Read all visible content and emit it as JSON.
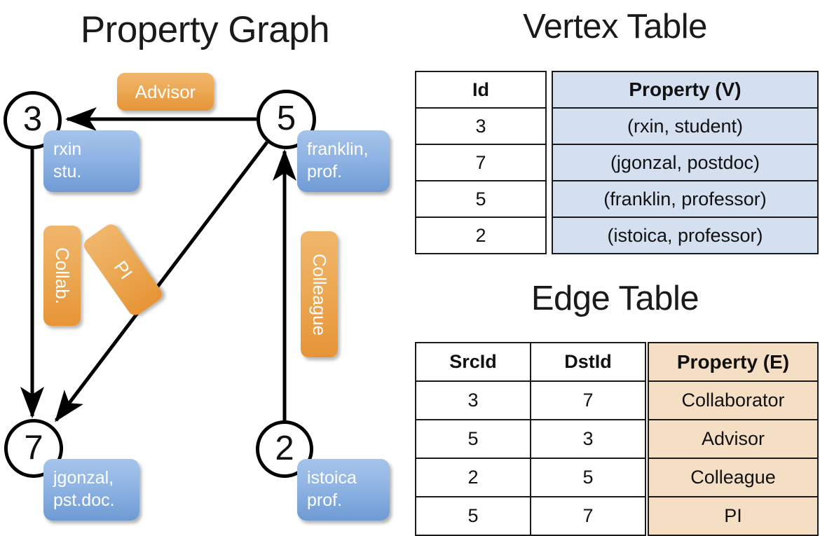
{
  "titles": {
    "property_graph": "Property Graph",
    "vertex_table": "Vertex Table",
    "edge_table": "Edge Table"
  },
  "graph": {
    "nodes": [
      {
        "id": "3",
        "property_lines": [
          "rxin",
          "stu."
        ]
      },
      {
        "id": "5",
        "property_lines": [
          "franklin,",
          "prof."
        ]
      },
      {
        "id": "7",
        "property_lines": [
          "jgonzal,",
          "pst.doc."
        ]
      },
      {
        "id": "2",
        "property_lines": [
          "istoica",
          "prof."
        ]
      }
    ],
    "edge_labels": [
      {
        "name": "advisor",
        "text": "Advisor",
        "orientation": "horizontal"
      },
      {
        "name": "collab",
        "text": "Collab.",
        "orientation": "vertical"
      },
      {
        "name": "pi",
        "text": "PI",
        "orientation": "rotated"
      },
      {
        "name": "colleague",
        "text": "Colleague",
        "orientation": "vertical"
      }
    ],
    "edges": [
      {
        "src": "5",
        "dst": "3",
        "label": "Advisor"
      },
      {
        "src": "3",
        "dst": "7",
        "label": "Collab."
      },
      {
        "src": "5",
        "dst": "7",
        "label": "PI"
      },
      {
        "src": "2",
        "dst": "5",
        "label": "Colleague"
      }
    ]
  },
  "vertex_table": {
    "headers": {
      "id": "Id",
      "property": "Property (V)"
    },
    "rows": [
      {
        "id": "3",
        "property": "(rxin, student)"
      },
      {
        "id": "7",
        "property": "(jgonzal, postdoc)"
      },
      {
        "id": "5",
        "property": "(franklin, professor)"
      },
      {
        "id": "2",
        "property": "(istoica, professor)"
      }
    ]
  },
  "edge_table": {
    "headers": {
      "src": "SrcId",
      "dst": "DstId",
      "property": "Property (E)"
    },
    "rows": [
      {
        "src": "3",
        "dst": "7",
        "property": "Collaborator"
      },
      {
        "src": "5",
        "dst": "3",
        "property": "Advisor"
      },
      {
        "src": "2",
        "dst": "5",
        "property": "Colleague"
      },
      {
        "src": "5",
        "dst": "7",
        "property": "PI"
      }
    ]
  },
  "colors": {
    "vertex_property_fill": "#d4dff0",
    "edge_property_fill": "#f5dfc4",
    "node_box_blue": "#8fb4e4",
    "edge_label_orange": "#eca955",
    "line": "#000000"
  }
}
